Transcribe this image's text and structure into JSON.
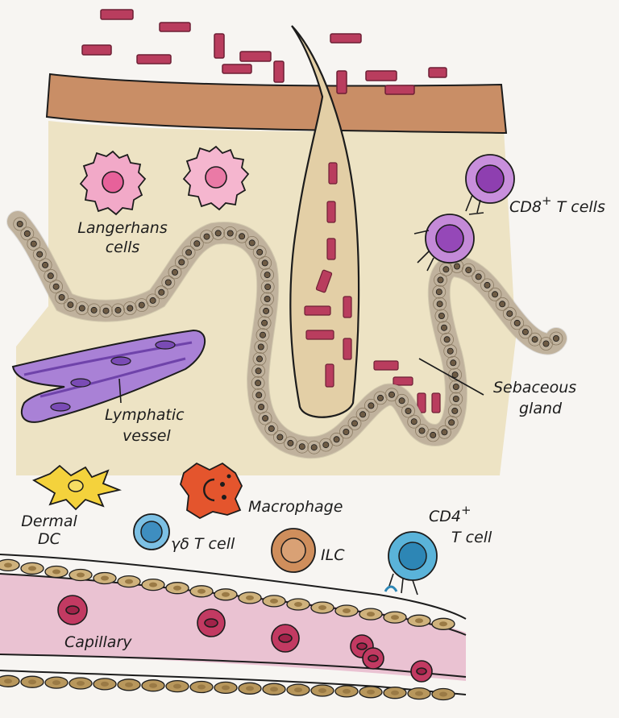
{
  "labels": {
    "langerhans_line1": "Langerhans",
    "langerhans_line2": "cells",
    "cd8_main": "CD8",
    "cd8_sup": "+",
    "cd8_rest": " T cells",
    "lymphatic_line1": "Lymphatic",
    "lymphatic_line2": "vessel",
    "sebaceous_line1": "Sebaceous",
    "sebaceous_line2": "gland",
    "dermal_dc_line1": "Dermal",
    "dermal_dc_line2": "DC",
    "macrophage": "Macrophage",
    "gd_tcell": "γδ T cell",
    "ilc": "ILC",
    "cd4_main": "CD4",
    "cd4_sup": "+",
    "cd4_line2": "T cell",
    "capillary": "Capillary"
  },
  "colors": {
    "paper": "#f7f5f2",
    "corneocyte": "#b93d5e",
    "epidermis_band": "#c98e66",
    "dermis": "#eadcb4",
    "follicle": "#e3cfa6",
    "langerhans": "#f2a9c8",
    "cd8_tcell": "#9b58b6",
    "lymphatic": "#8e5fc4",
    "dermal_dc": "#f4d23c",
    "macrophage": "#e4552d",
    "gd_tcell": "#4c9fcc",
    "ilc": "#cf8e5c",
    "cd4_tcell": "#3ea2cf",
    "blood_vessel": "#e8b8cd",
    "red_blood_cell": "#c23a62",
    "endothelium": "#cfb27c"
  }
}
